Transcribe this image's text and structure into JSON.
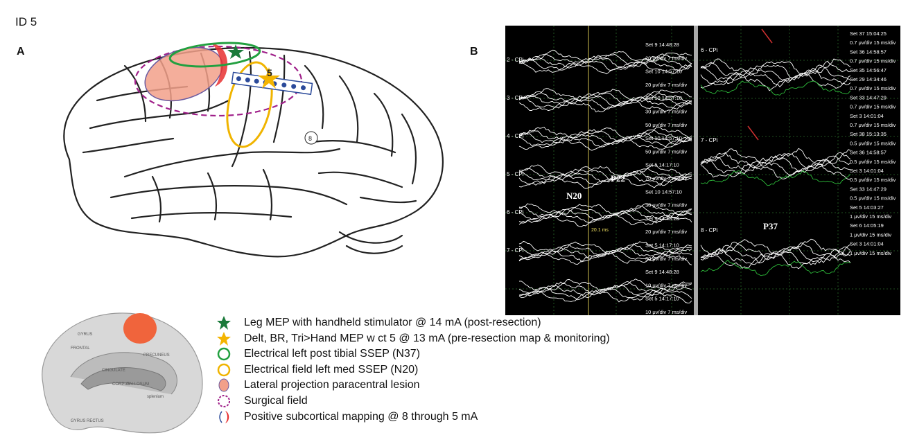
{
  "page": {
    "id_label": "ID 5"
  },
  "panel_a": {
    "letter": "A",
    "marker_5": "5",
    "marker_8": "8"
  },
  "panel_b": {
    "letter": "B",
    "left_channels": [
      "2 - CPi",
      "3 - CPi",
      "4 - CPi",
      "5 - CPi",
      "6 - CPi",
      "7 - CPi"
    ],
    "right_channels": [
      "6 - CPi",
      "7 - CPi",
      "8 - CPi"
    ],
    "wave_labels": {
      "n20": "N20",
      "p22": "P22",
      "p37": "P37",
      "latency": "20.1 ms"
    },
    "left_sets": [
      "Set 9 14:48:28",
      "20 μv/div 7 ms/div",
      "Set 10 14:57:10",
      "20 μv/div 7 ms/div",
      "Set 10 14:57:10",
      "30 μv/div 7 ms/div",
      "50 μv/div 7 ms/div",
      "Set 10 14:57:10",
      "50 μv/div 7 ms/div",
      "Set 5 14:17:10",
      "70 μv/div 7 ms/div",
      "Set 10 14:57:10",
      "30 μv/div 7 ms/div",
      "Set 9 14:48:28",
      "20 μv/div 7 ms/div",
      "Set 5 14:17:10",
      "30 μv/div 7 ms/div",
      "Set 9 14:48:28",
      "10 μv/div 7 ms/div",
      "Set 5 14:17:10",
      "10 μv/div 7 ms/div"
    ],
    "right_sets": [
      "Set 37 15:04:25",
      "0.7 μv/div 15 ms/div",
      "Set 36 14:58:57",
      "0.7 μv/div 15 ms/div",
      "Set 35 14:56:47",
      "Set 29 14:34:46",
      "0.7 μv/div 15 ms/div",
      "Set 33 14:47:29",
      "0.7 μv/div 15 ms/div",
      "Set 3 14:01:04",
      "0.7 μv/div 15 ms/div",
      "Set 38 15:13:35",
      "0.5 μv/div 15 ms/div",
      "Set 36 14:58:57",
      "0.5 μv/div 15 ms/div",
      "Set 3 14:01:04",
      "0.5 μv/div 15 ms/div",
      "Set 33 14:47:29",
      "0.5 μv/div 15 ms/div",
      "Set 5 14:03:27",
      "1 μv/div 15 ms/div",
      "Set 6 14:05:19",
      "1 μv/div 15 ms/div",
      "Set 3 14:01:04",
      "1 μv/div 15 ms/div"
    ]
  },
  "medial_view": {
    "labels": [
      "PRECUNEUS",
      "CINGULATE",
      "CORPUS",
      "CALLOSUM",
      "FRONTAL",
      "GYRUS",
      "GYRUS RECTUS",
      "splenium"
    ]
  },
  "legend": [
    {
      "icon": "green-star-icon",
      "text": "Leg MEP with handheld stimulator @ 14 mA (post-resection)"
    },
    {
      "icon": "orange-star-icon",
      "text": "Delt, BR, Tri>Hand MEP w ct 5 @ 13 mA (pre-resection map & monitoring)"
    },
    {
      "icon": "green-circle-icon",
      "text": "Electrical left post tibial SSEP (N37)"
    },
    {
      "icon": "yellow-circle-icon",
      "text": "Electrical field left med SSEP (N20)"
    },
    {
      "icon": "salmon-ellipse-icon",
      "text": "Lateral projection paracentral lesion"
    },
    {
      "icon": "dashed-purple-circle-icon",
      "text": "Surgical field"
    },
    {
      "icon": "red-crescent-icon",
      "text": "Positive subcortical mapping @ 8 through 5 mA"
    }
  ],
  "colors": {
    "leg_mep_star": "#1a7a3a",
    "hand_mep_star": "#f4b400",
    "tibial_ssep": "#22a040",
    "median_ssep": "#f0b400",
    "lesion": "#f2a08a",
    "surgical_field": "#a0208a",
    "subcortical": "#e83030",
    "electrode_strip": "#2b4a9a",
    "trace_green": "#2dbb3a"
  }
}
